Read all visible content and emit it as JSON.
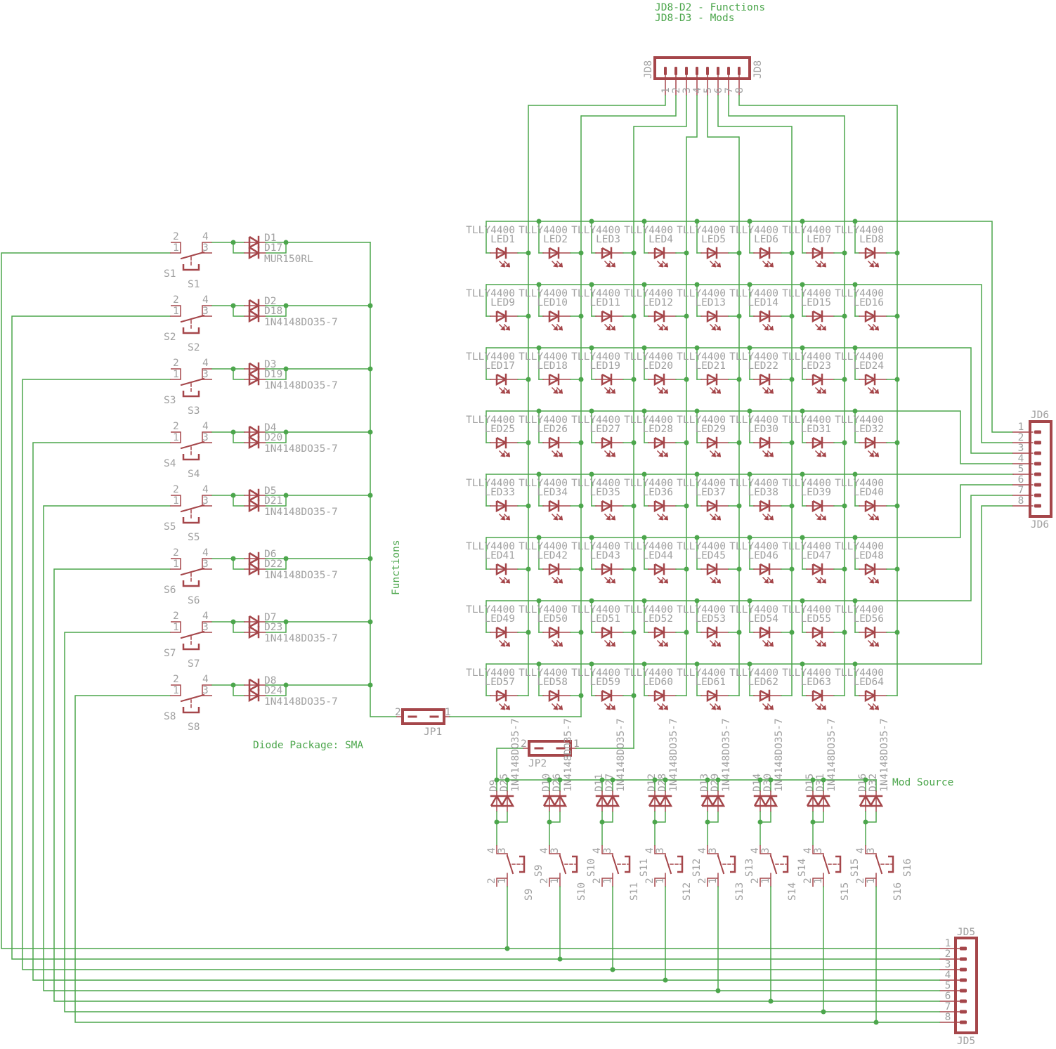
{
  "notes": {
    "line1": "JD8-D2 - Functions",
    "line2": "JD8-D3 - Mods"
  },
  "labels": {
    "functions": "Functions",
    "diode_package": "Diode Package: SMA",
    "mod_source": "Mod Source"
  },
  "connectors": {
    "jd8": "JD8",
    "jd6": "JD6",
    "jd5": "JD5",
    "jp1": "JP1",
    "jp2": "JP2"
  },
  "pin_numbers": [
    "1",
    "2",
    "3",
    "4",
    "5",
    "6",
    "7",
    "8"
  ],
  "jumper_pins": [
    "1",
    "2"
  ],
  "switch_pins": [
    "1",
    "2",
    "3",
    "4"
  ],
  "led_part": "TLLY4400",
  "leds": [
    "LED1",
    "LED2",
    "LED3",
    "LED4",
    "LED5",
    "LED6",
    "LED7",
    "LED8",
    "LED9",
    "LED10",
    "LED11",
    "LED12",
    "LED13",
    "LED14",
    "LED15",
    "LED16",
    "LED17",
    "LED18",
    "LED19",
    "LED20",
    "LED21",
    "LED22",
    "LED23",
    "LED24",
    "LED25",
    "LED26",
    "LED27",
    "LED28",
    "LED29",
    "LED30",
    "LED31",
    "LED32",
    "LED33",
    "LED34",
    "LED35",
    "LED36",
    "LED37",
    "LED38",
    "LED39",
    "LED40",
    "LED41",
    "LED42",
    "LED43",
    "LED44",
    "LED45",
    "LED46",
    "LED47",
    "LED48",
    "LED49",
    "LED50",
    "LED51",
    "LED52",
    "LED53",
    "LED54",
    "LED55",
    "LED56",
    "LED57",
    "LED58",
    "LED59",
    "LED60",
    "LED61",
    "LED62",
    "LED63",
    "LED64"
  ],
  "function_switches": [
    {
      "switch": "S1",
      "diodes": [
        "D1",
        "D17"
      ],
      "part": "MUR150RL"
    },
    {
      "switch": "S2",
      "diodes": [
        "D2",
        "D18"
      ],
      "part": "1N4148DO35-7"
    },
    {
      "switch": "S3",
      "diodes": [
        "D3",
        "D19"
      ],
      "part": "1N4148DO35-7"
    },
    {
      "switch": "S4",
      "diodes": [
        "D4",
        "D20"
      ],
      "part": "1N4148DO35-7"
    },
    {
      "switch": "S5",
      "diodes": [
        "D5",
        "D21"
      ],
      "part": "1N4148DO35-7"
    },
    {
      "switch": "S6",
      "diodes": [
        "D6",
        "D22"
      ],
      "part": "1N4148DO35-7"
    },
    {
      "switch": "S7",
      "diodes": [
        "D7",
        "D23"
      ],
      "part": "1N4148DO35-7"
    },
    {
      "switch": "S8",
      "diodes": [
        "D8",
        "D24"
      ],
      "part": "1N4148DO35-7"
    }
  ],
  "mod_switches": [
    {
      "switch": "S9",
      "diodes": [
        "D9",
        "D25"
      ],
      "part": "1N4148DO35-7"
    },
    {
      "switch": "S10",
      "diodes": [
        "D10",
        "D26"
      ],
      "part": "1N4148DO35-7"
    },
    {
      "switch": "S11",
      "diodes": [
        "D11",
        "D27"
      ],
      "part": "1N4148DO35-7"
    },
    {
      "switch": "S12",
      "diodes": [
        "D12",
        "D28"
      ],
      "part": "1N4148DO35-7"
    },
    {
      "switch": "S13",
      "diodes": [
        "D13",
        "D29"
      ],
      "part": "1N4148DO35-7"
    },
    {
      "switch": "S14",
      "diodes": [
        "D14",
        "D30"
      ],
      "part": "1N4148DO35-7"
    },
    {
      "switch": "S15",
      "diodes": [
        "D15",
        "D31"
      ],
      "part": "1N4148DO35-7"
    },
    {
      "switch": "S16",
      "diodes": [
        "D16",
        "D32"
      ],
      "part": "1N4148DO35-7"
    }
  ],
  "colors": {
    "wire": "#4ca64c",
    "symbol": "#a5464a",
    "label": "#a0a0a0",
    "note": "#4ca64c",
    "background": "#ffffff"
  }
}
